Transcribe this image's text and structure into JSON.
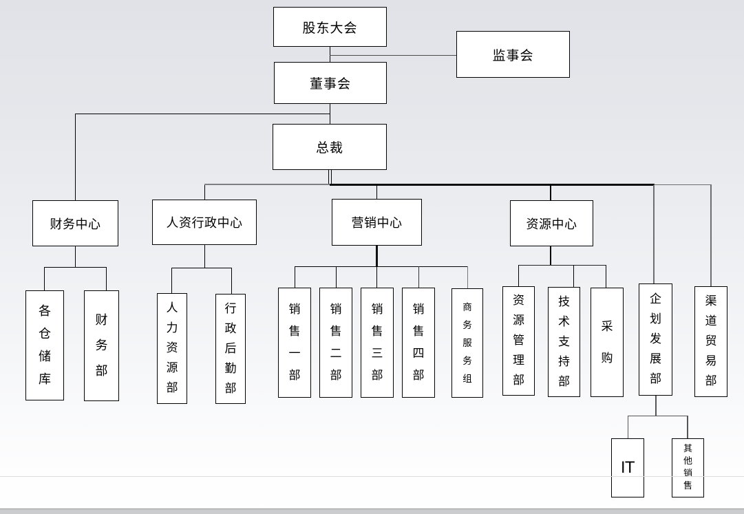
{
  "diagram_type": "org-chart",
  "nodes": {
    "shareholders": {
      "label": "股东大会"
    },
    "supervisory": {
      "label": "监事会"
    },
    "board": {
      "label": "董事会"
    },
    "president": {
      "label": "总裁"
    },
    "finance_center": {
      "label": "财务中心"
    },
    "hr_admin_center": {
      "label": "人资行政中心"
    },
    "marketing_center": {
      "label": "营销中心"
    },
    "resource_center": {
      "label": "资源中心"
    },
    "warehouses": {
      "label": "各仓储库"
    },
    "finance_dept": {
      "label": "财务部"
    },
    "hr_dept": {
      "label": "人力资源部"
    },
    "admin_logistics_dept": {
      "label": "行政后勤部"
    },
    "sales_dept_1": {
      "label": "销售一部"
    },
    "sales_dept_2": {
      "label": "销售二部"
    },
    "sales_dept_3": {
      "label": "销售三部"
    },
    "sales_dept_4": {
      "label": "销售四部"
    },
    "business_service_group": {
      "label": "商务服务组"
    },
    "resource_mgmt_dept": {
      "label": "资源管理部"
    },
    "tech_support_dept": {
      "label": "技术支持部"
    },
    "procurement": {
      "label": "采购"
    },
    "planning_dev_dept": {
      "label": "企划发展部"
    },
    "channel_trade_dept": {
      "label": "渠道贸易部"
    },
    "it": {
      "label": "IT"
    },
    "other_sales": {
      "label": "其他销售"
    }
  },
  "structure": {
    "shareholders": [
      "supervisory",
      "board"
    ],
    "board": [
      "president",
      "finance_center"
    ],
    "president": [
      "hr_admin_center",
      "marketing_center",
      "resource_center",
      "planning_dev_dept",
      "channel_trade_dept"
    ],
    "finance_center": [
      "warehouses",
      "finance_dept"
    ],
    "hr_admin_center": [
      "hr_dept",
      "admin_logistics_dept"
    ],
    "marketing_center": [
      "sales_dept_1",
      "sales_dept_2",
      "sales_dept_3",
      "sales_dept_4",
      "business_service_group"
    ],
    "resource_center": [
      "resource_mgmt_dept",
      "tech_support_dept",
      "procurement"
    ],
    "planning_dev_dept": [
      "it",
      "other_sales"
    ]
  },
  "colors": {
    "box_fill": "#ffffff",
    "box_border": "#000000",
    "connector_black": "#0f0f0f",
    "connector_gray": "#6e6e6e",
    "background_top": "#e0e2e8",
    "background_bottom": "#ffffff",
    "footer_band": "#cbcccd"
  }
}
